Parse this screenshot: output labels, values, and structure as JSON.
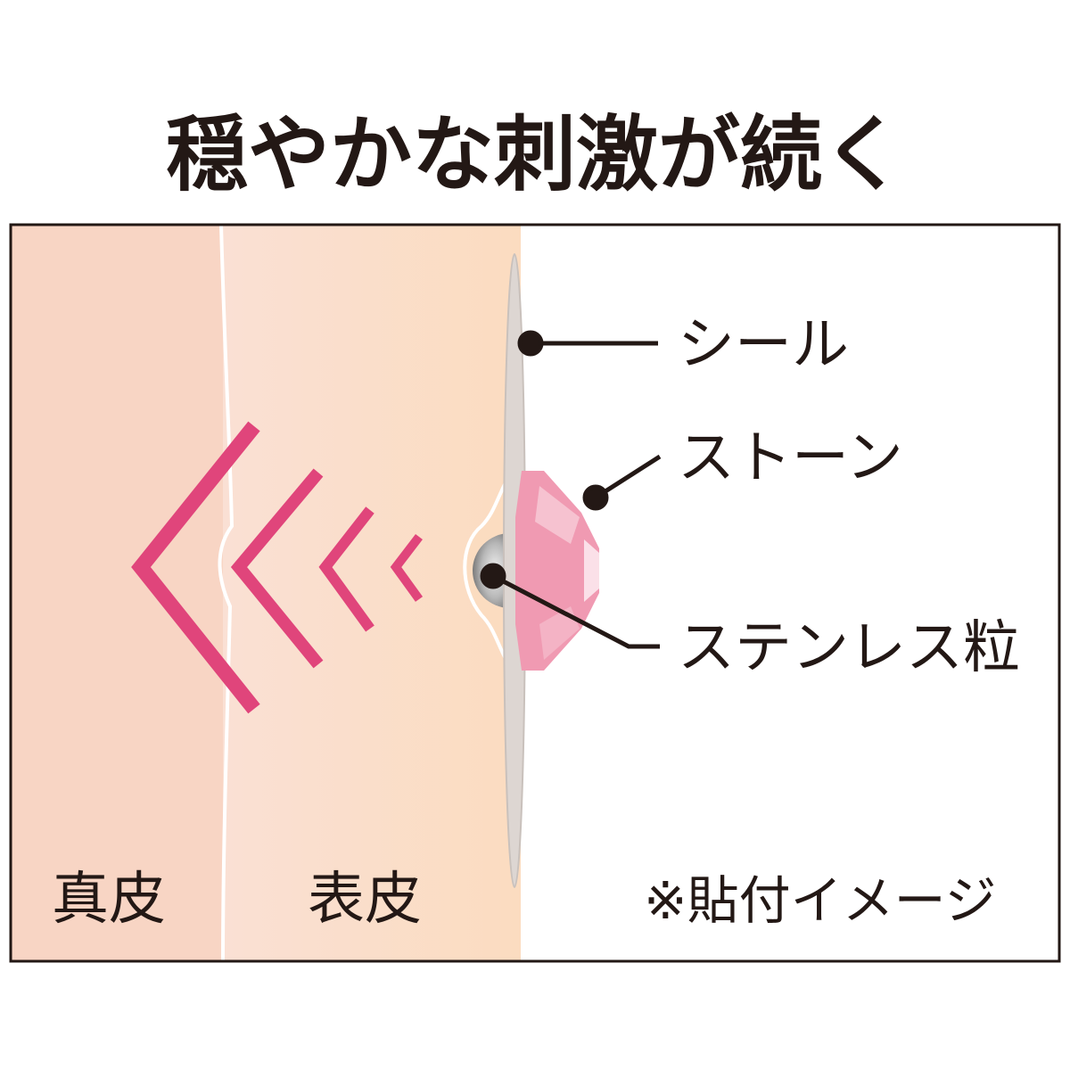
{
  "title": "穏やかな刺激が続く",
  "labels": {
    "seal": "シール",
    "stone": "ストーン",
    "stainless": "ステンレス粒",
    "dermis": "真皮",
    "epidermis": "表皮",
    "note": "※貼付イメージ"
  },
  "colors": {
    "dermis": "#f8d5c4",
    "epidermis": "#fbe0cc",
    "chevron": "#e0457b",
    "stone": "#f09ab2",
    "text": "#231815"
  }
}
